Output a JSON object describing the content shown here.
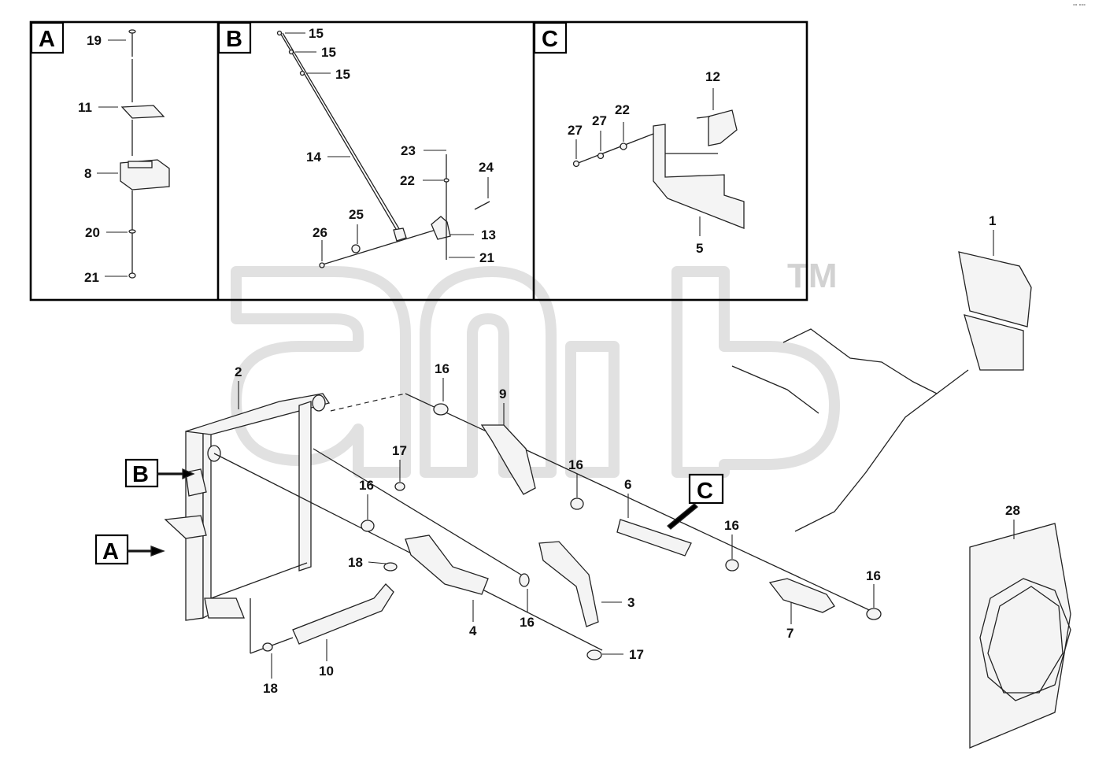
{
  "watermark": {
    "tm": "TM"
  },
  "corner_mark": "°° °°°",
  "insets": [
    {
      "tag": "A"
    },
    {
      "tag": "B"
    },
    {
      "tag": "C"
    }
  ],
  "pointers": [
    {
      "tag": "B"
    },
    {
      "tag": "A"
    },
    {
      "tag": "C"
    }
  ],
  "callouts": {
    "a19": "19",
    "a11": "11",
    "a8": "8",
    "a20": "20",
    "a21": "21",
    "b15a": "15",
    "b15b": "15",
    "b15c": "15",
    "b14": "14",
    "b23": "23",
    "b22": "22",
    "b24": "24",
    "b25": "25",
    "b26": "26",
    "b13": "13",
    "b21": "21",
    "c12": "12",
    "c27a": "27",
    "c27b": "27",
    "c22": "22",
    "c5": "5",
    "m1": "1",
    "m2": "2",
    "m16a": "16",
    "m9": "9",
    "m17a": "17",
    "m16b": "16",
    "m16c": "16",
    "m6": "6",
    "m16d": "16",
    "m16e": "16",
    "m18": "18",
    "m4": "4",
    "m16f": "16",
    "m3": "3",
    "m7": "7",
    "m10": "10",
    "m17b": "17",
    "m18b": "18",
    "m28": "28"
  }
}
